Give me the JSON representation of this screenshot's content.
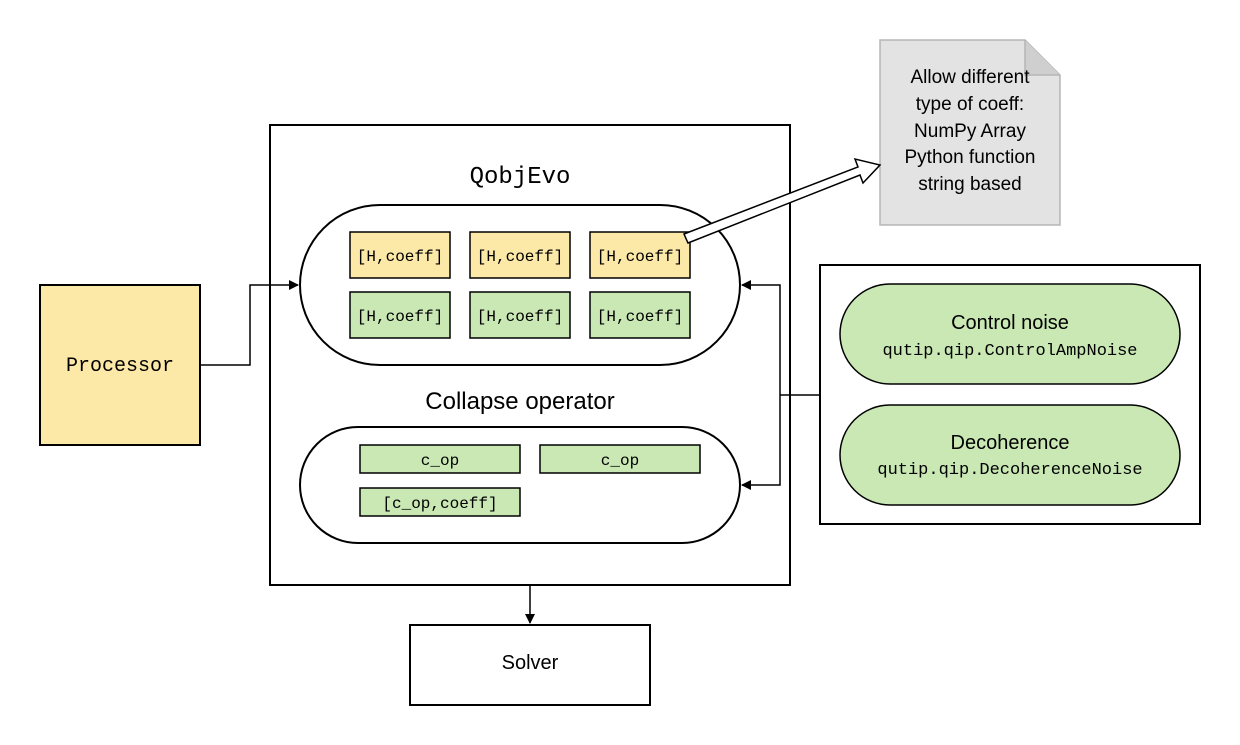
{
  "processor": {
    "label": "Processor",
    "fill": "#fce9a8"
  },
  "qobjevo": {
    "title": "QobjEvo",
    "terms_row1": [
      "[H,coeff]",
      "[H,coeff]",
      "[H,coeff]"
    ],
    "terms_row2": [
      "[H,coeff]",
      "[H,coeff]",
      "[H,coeff]"
    ],
    "row1_fill": "#fce9a8",
    "row2_fill": "#c9e8b4"
  },
  "collapse": {
    "title": "Collapse operator",
    "items_row1": [
      "c_op",
      "c_op"
    ],
    "items_row2": [
      "[c_op,coeff]"
    ],
    "fill": "#c9e8b4"
  },
  "note": {
    "lines": [
      "Allow different",
      "type of coeff:",
      "NumPy Array",
      "Python function",
      "string based"
    ],
    "fill": "#e3e3e3"
  },
  "noise": {
    "items": [
      {
        "title": "Control noise",
        "code": "qutip.qip.ControlAmpNoise"
      },
      {
        "title": "Decoherence",
        "code": "qutip.qip.DecoherenceNoise"
      }
    ],
    "fill": "#c9e8b4"
  },
  "solver": {
    "label": "Solver"
  }
}
